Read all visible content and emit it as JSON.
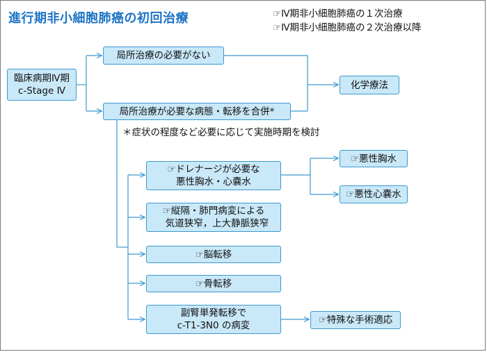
{
  "title": "進行期非小細胞肺癌の初回治療",
  "references": [
    "☞Ⅳ期非小細胞肺癌の１次治療",
    "☞Ⅳ期非小細胞肺癌の２次治療以降"
  ],
  "nodes": {
    "stage": {
      "line1": "臨床病期Ⅳ期",
      "line2": "c-Stage Ⅳ"
    },
    "no_local": "局所治療の必要がない",
    "local_needed": "局所治療が必要な病態・転移を合併*",
    "chemo": "化学療法",
    "note": "＊症状の程度など必要に応じて実施時期を検討",
    "drainage": {
      "line1": "☞ドレナージが必要な",
      "line2": "悪性胸水・心嚢水"
    },
    "pleural": "☞悪性胸水",
    "pericardial": "☞悪性心嚢水",
    "mediastinal": {
      "line1": "☞縦隔・肺門病変による",
      "line2": "気道狭窄，上大静脈狭窄"
    },
    "brain": "☞脳転移",
    "bone": "☞骨転移",
    "adrenal": {
      "line1": "副腎単発転移で",
      "line2": "c-T1-3N0 の病変"
    },
    "surgery": "☞特殊な手術適応"
  }
}
